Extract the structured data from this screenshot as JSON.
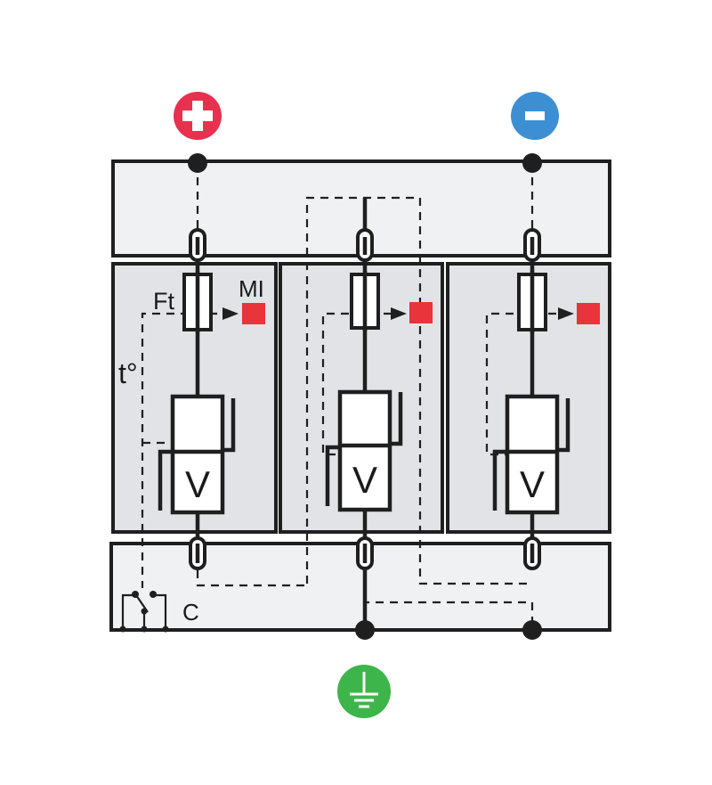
{
  "labels": {
    "fuse": "Ft",
    "indicator": "MI",
    "thermal": "t°",
    "contact": "C",
    "varistor": "V"
  },
  "terminals": [
    {
      "name": "positive",
      "symbol": "plus",
      "color": "#e8304f"
    },
    {
      "name": "negative",
      "symbol": "minus",
      "color": "#3d8fd4"
    },
    {
      "name": "earth",
      "symbol": "ground",
      "color": "#3db54a"
    }
  ],
  "colors": {
    "housing_fill": "#f0f1f2",
    "module_fill": "#e1e3e6",
    "stroke": "#1f1f1f",
    "indicator": "#e8343a",
    "varistor_fill": "#ffffff"
  },
  "modules": [
    {
      "name": "module-left",
      "varistor_label": "V"
    },
    {
      "name": "module-middle",
      "varistor_label": "V"
    },
    {
      "name": "module-right",
      "varistor_label": "V"
    }
  ]
}
